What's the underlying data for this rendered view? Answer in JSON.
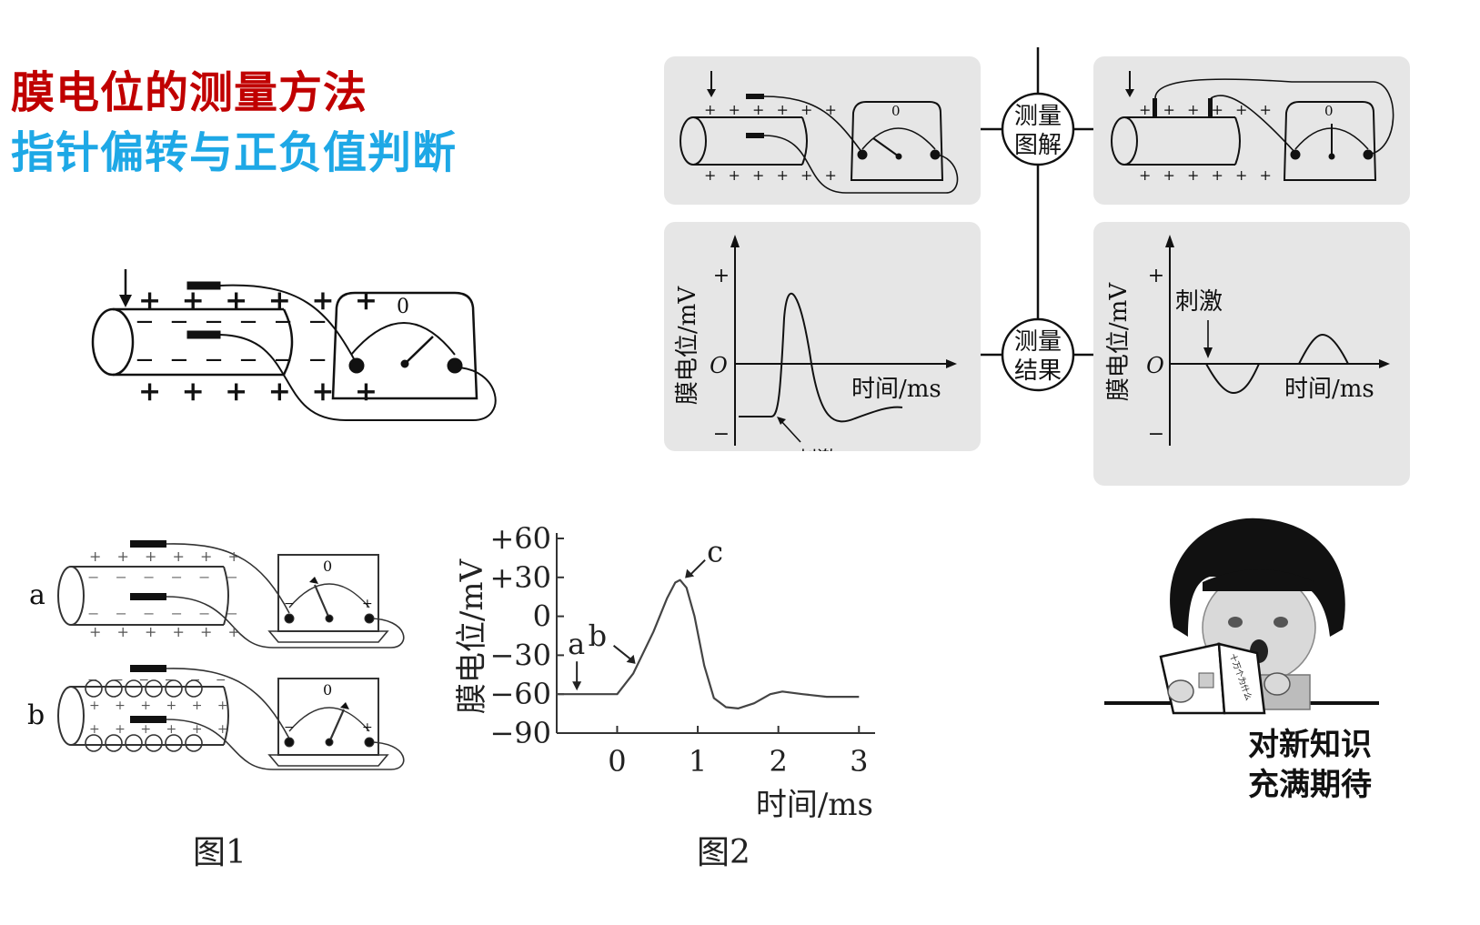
{
  "title": {
    "line1": "膜电位的测量方法",
    "line2": "指针偏转与正负值判断"
  },
  "meter": {
    "zero": "0",
    "plus": "+",
    "minus": "−"
  },
  "membrane": {
    "plus_row": "+ + + + + +",
    "minus_row": "− − − − − −"
  },
  "panel": {
    "hub_top": [
      "测量",
      "图解"
    ],
    "hub_bottom": [
      "测量",
      "结果"
    ],
    "ylabel": "膜电位/mV",
    "xlabel": "时间/ms",
    "origin": "O",
    "plus": "+",
    "minus": "−",
    "stimulus": "刺激",
    "clipped_stimulus": "刺激"
  },
  "figure1": {
    "caption": "图1",
    "label_a": "a",
    "label_b": "b"
  },
  "chart_data": {
    "type": "line",
    "title": "",
    "caption": "图2",
    "xlabel": "时间/ms",
    "ylabel": "膜电位/mV",
    "xlim": [
      -0.75,
      3.2
    ],
    "ylim": [
      -90,
      60
    ],
    "x_ticks": [
      "0",
      "1",
      "2",
      "3"
    ],
    "y_ticks": [
      "+60",
      "+30",
      "0",
      "−30",
      "−60",
      "−90"
    ],
    "series": [
      {
        "x": [
          -0.75,
          0,
          0.2,
          0.45,
          0.62,
          0.72,
          0.78,
          0.86,
          0.96,
          1.08,
          1.2,
          1.35,
          1.5,
          1.7,
          1.9,
          2.05,
          2.3,
          2.6,
          3.0
        ],
        "y": [
          -60,
          -60,
          -44,
          -12,
          14,
          26,
          28,
          22,
          0,
          -38,
          -63,
          -70,
          -71,
          -67,
          -60,
          -58,
          -60,
          -62,
          -62
        ]
      }
    ],
    "annotations": [
      {
        "label": "a",
        "x": -0.5,
        "y": -60
      },
      {
        "label": "b",
        "x": 0.25,
        "y": -38
      },
      {
        "label": "c",
        "x": 0.82,
        "y": 28
      }
    ]
  },
  "meme": {
    "line1": "对新知识",
    "line2": "充满期待",
    "book_text": "十万个为什么"
  }
}
